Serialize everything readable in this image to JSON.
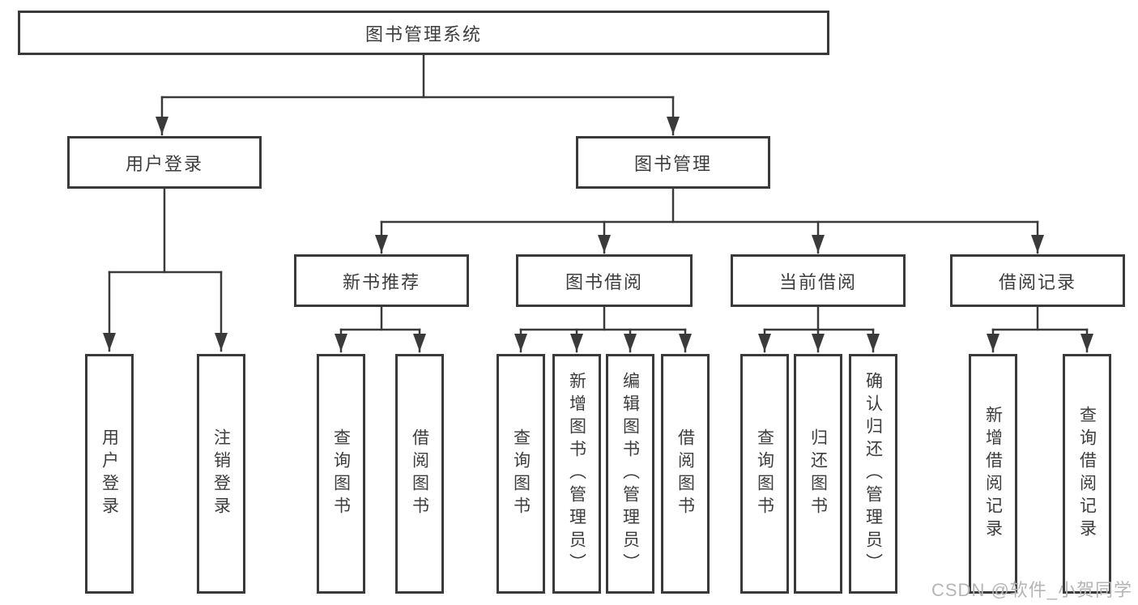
{
  "diagram": {
    "root": "图书管理系统",
    "level2": [
      "用户登录",
      "图书管理"
    ],
    "level3": [
      "新书推荐",
      "图书借阅",
      "当前借阅",
      "借阅记录"
    ],
    "leaves": {
      "user_login": [
        "用户登录",
        "注销登录"
      ],
      "new_books": [
        "查询图书",
        "借阅图书"
      ],
      "book_borrow": [
        "查询图书",
        "新增图书（管理员）",
        "编辑图书（管理员）",
        "借阅图书"
      ],
      "current_borrow": [
        "查询图书",
        "归还图书",
        "确认归还（管理员）"
      ],
      "borrow_records": [
        "新增借阅记录",
        "查询借阅记录"
      ]
    }
  },
  "watermark": "CSDN @软件_小贺同学",
  "colors": {
    "line": "#3a3a3a",
    "text": "#3d3d3d",
    "background": "#ffffff",
    "watermark": "#b5b5b5"
  }
}
